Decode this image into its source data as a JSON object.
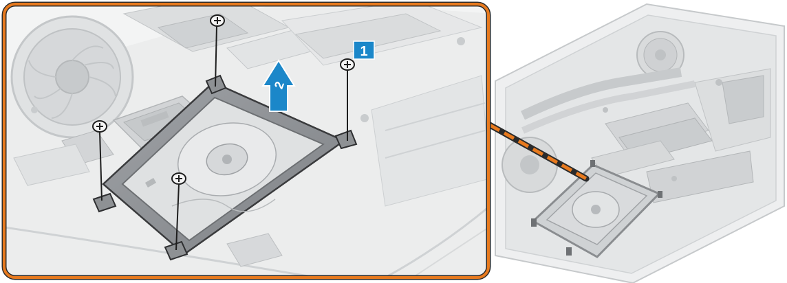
{
  "figure": {
    "type": "hardware-disassembly-illustration",
    "callouts": [
      {
        "id": "callout-1",
        "label": "1",
        "kind": "box"
      },
      {
        "id": "callout-2",
        "label": "2",
        "kind": "arrow"
      }
    ],
    "colors": {
      "frame_orange": "#E87A1E",
      "callout_blue": "#1B87C9",
      "chassis_gray": "#C9CCCE",
      "component_gray": "#B4B7BA",
      "dark_outline": "#2A2A2A",
      "background": "#FFFFFF"
    },
    "icons": [
      "screw-icon",
      "up-arrow-icon",
      "fan-icon",
      "hard-drive-icon"
    ]
  }
}
